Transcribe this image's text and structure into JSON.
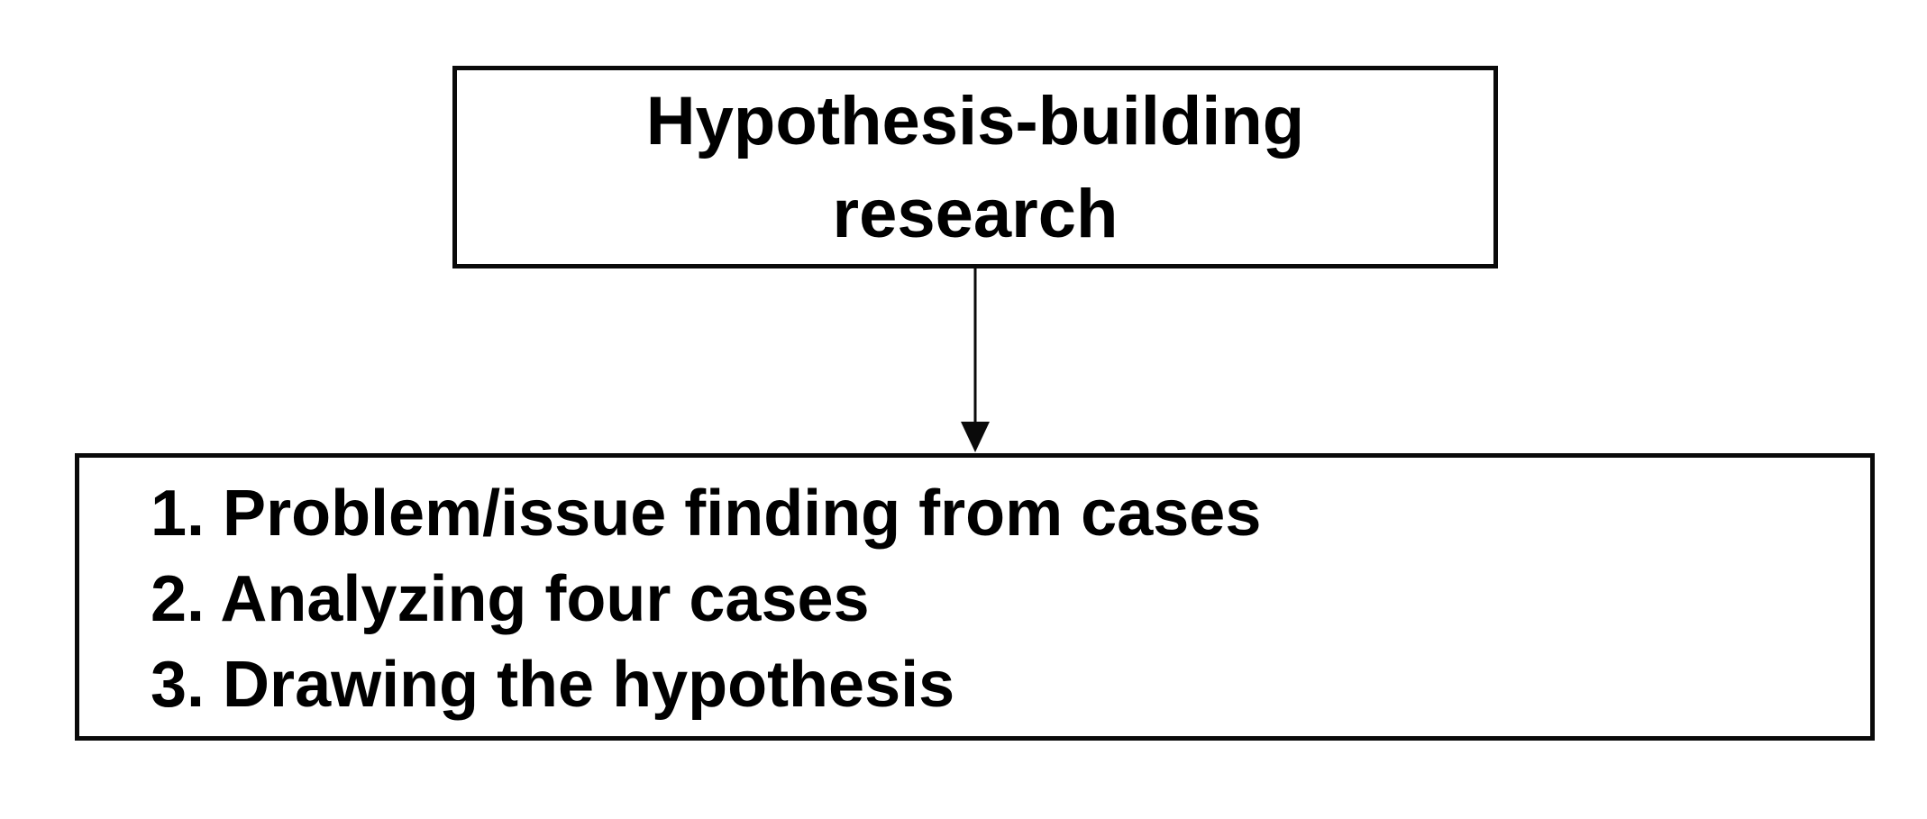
{
  "diagram": {
    "top_box": {
      "title": "Hypothesis-building research",
      "lines": [
        "Hypothesis-building",
        "research"
      ]
    },
    "connector": {
      "direction": "down",
      "from": "hypothesis-building-research-box",
      "to": "research-steps-box"
    },
    "bottom_box": {
      "items": [
        "1. Problem/issue finding from cases",
        "2. Analyzing four cases",
        "3. Drawing the hypothesis"
      ]
    },
    "colors": {
      "background": "#ffffff",
      "border": "#0a0a0a",
      "text": "#000000"
    }
  }
}
